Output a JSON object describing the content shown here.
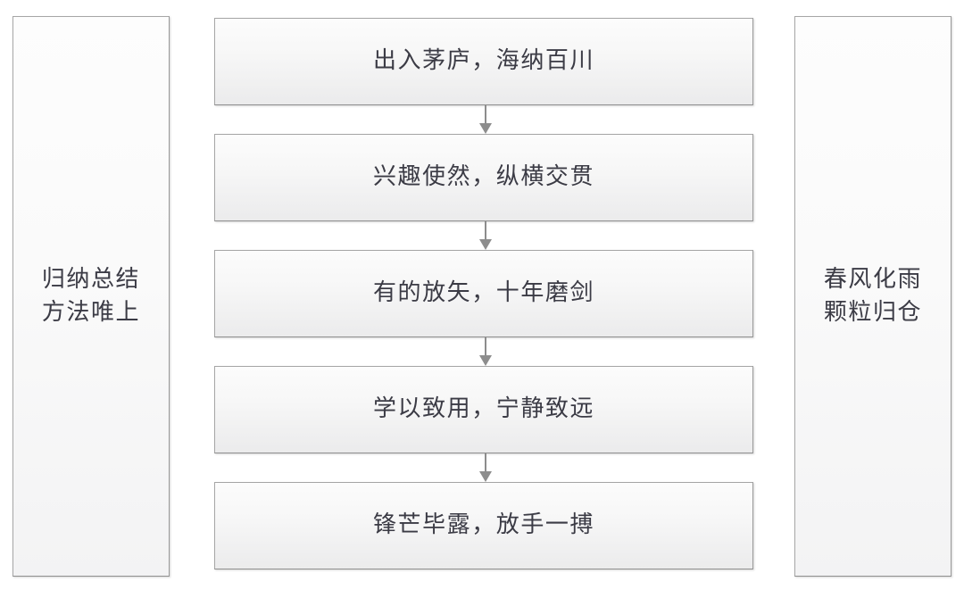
{
  "diagram": {
    "type": "vertical-process-flow",
    "accent_color": "#8d8d8d",
    "border_color": "#a6a6a6",
    "text_color": "#3b3b45",
    "left_panel": {
      "name": "left-sidebar-panel",
      "line1": "归纳总结",
      "line2": "方法唯上",
      "text": "归纳总结\n方法唯上"
    },
    "right_panel": {
      "name": "right-sidebar-panel",
      "line1": "春风化雨",
      "line2": "颗粒归仓",
      "text": "春风化雨\n颗粒归仓"
    },
    "steps": [
      {
        "index": 1,
        "label": "出入茅庐，海纳百川"
      },
      {
        "index": 2,
        "label": "兴趣使然，纵横交贯"
      },
      {
        "index": 3,
        "label": "有的放矢，十年磨剑"
      },
      {
        "index": 4,
        "label": "学以致用，宁静致远"
      },
      {
        "index": 5,
        "label": "锋芒毕露，放手一搏"
      }
    ],
    "connectors": [
      {
        "from": 1,
        "to": 2,
        "icon": "arrow-down-icon"
      },
      {
        "from": 2,
        "to": 3,
        "icon": "arrow-down-icon"
      },
      {
        "from": 3,
        "to": 4,
        "icon": "arrow-down-icon"
      },
      {
        "from": 4,
        "to": 5,
        "icon": "arrow-down-icon"
      }
    ]
  }
}
